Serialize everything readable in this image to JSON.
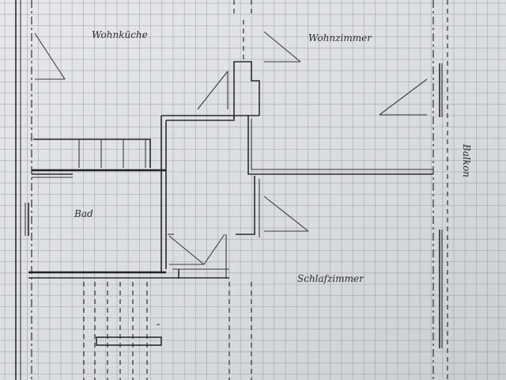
{
  "rooms": {
    "wohnkueche": "Wohnküche",
    "wohnzimmer": "Wohnzimmer",
    "bad": "Bad",
    "schlafzimmer": "Schlafzimmer",
    "balkon": "Balkon"
  },
  "colors": {
    "paper": "#d9dcdf",
    "grid": "#8e949a",
    "ink": "#2b2b2b"
  }
}
